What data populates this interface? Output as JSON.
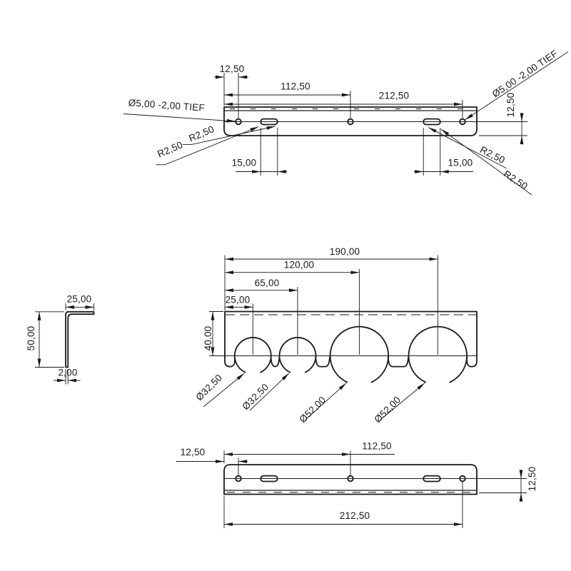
{
  "drawing": {
    "colors": {
      "line": "#1a1a1a",
      "background": "#ffffff"
    },
    "top_view": {
      "dims": {
        "hole_offset": "12,50",
        "to_center_hole": "112,50",
        "to_right_hole": "212,50",
        "edge_offset": "12,50",
        "slot_left_len": "15,00",
        "slot_right_len": "15,00"
      },
      "labels": {
        "hole_left": "Ø5,00 -2,00 TIEF",
        "hole_right": "Ø5,00 -2,00 TIEF",
        "radius_1": "R2,50",
        "radius_2": "R2,50",
        "radius_3": "R2,50",
        "radius_4": "R2,50"
      }
    },
    "side_view": {
      "dims": {
        "flange_depth": "25,00",
        "leg_height": "50,00",
        "thickness": "2,00"
      }
    },
    "front_view": {
      "dims": {
        "to_cutout_1": "25,00",
        "to_cutout_2": "65,00",
        "to_cutout_3": "120,00",
        "to_cutout_4": "190,00",
        "cutout_center_depth": "40,00"
      },
      "labels": {
        "dia_1": "Ø32,50",
        "dia_2": "Ø32,50",
        "dia_3": "Ø52,00",
        "dia_4": "Ø52,00"
      }
    },
    "bottom_view": {
      "dims": {
        "hole_offset": "12,50",
        "to_center_hole": "112,50",
        "overall_to_hole": "212,50",
        "edge_offset": "12,50"
      }
    }
  }
}
